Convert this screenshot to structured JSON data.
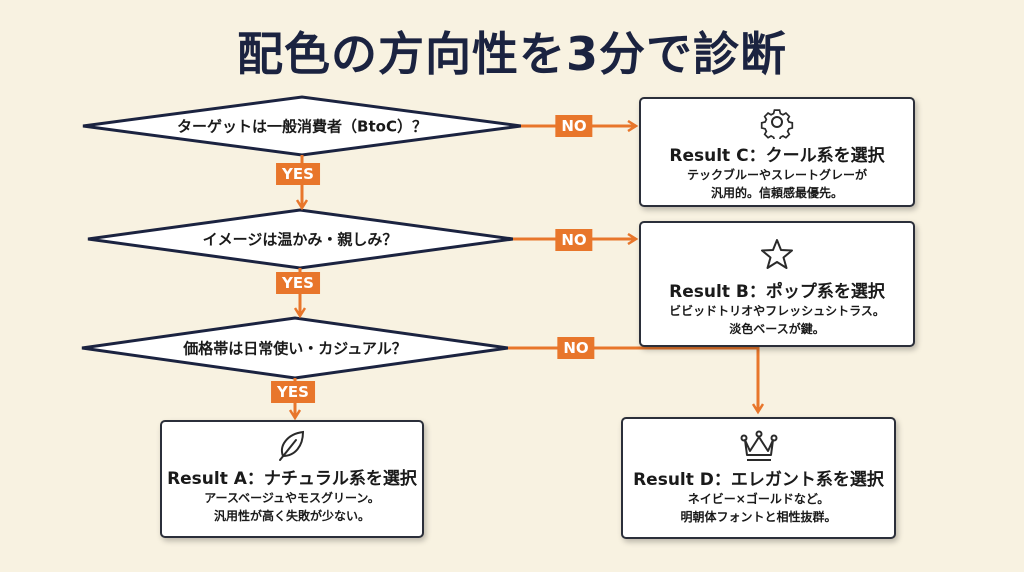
{
  "title": "配色の方向性を3分で診断",
  "colors": {
    "background": "#f8f2e1",
    "accent": "#e8762b",
    "outline": "#1b2340"
  },
  "questions": [
    {
      "text": "ターゲットは一般消費者（BtoC）？",
      "yes_label": "YES",
      "no_label": "NO"
    },
    {
      "text": "イメージは温かみ・親しみ？",
      "yes_label": "YES",
      "no_label": "NO"
    },
    {
      "text": "価格帯は日常使い・カジュアル？",
      "yes_label": "YES",
      "no_label": "NO"
    }
  ],
  "results": {
    "c": {
      "icon": "gear-icon",
      "title": "Result C：クール系を選択",
      "desc1": "テックブルーやスレートグレーが",
      "desc2": "汎用的。信頼感最優先。"
    },
    "b": {
      "icon": "star-icon",
      "title": "Result B：ポップ系を選択",
      "desc1": "ビビッドトリオやフレッシュシトラス。",
      "desc2": "淡色ベースが鍵。"
    },
    "a": {
      "icon": "leaf-icon",
      "title": "Result A：ナチュラル系を選択",
      "desc1": "アースベージュやモスグリーン。",
      "desc2": "汎用性が高く失敗が少ない。"
    },
    "d": {
      "icon": "crown-icon",
      "title": "Result D：エレガント系を選択",
      "desc1": "ネイビー×ゴールドなど。",
      "desc2": "明朝体フォントと相性抜群。"
    }
  }
}
